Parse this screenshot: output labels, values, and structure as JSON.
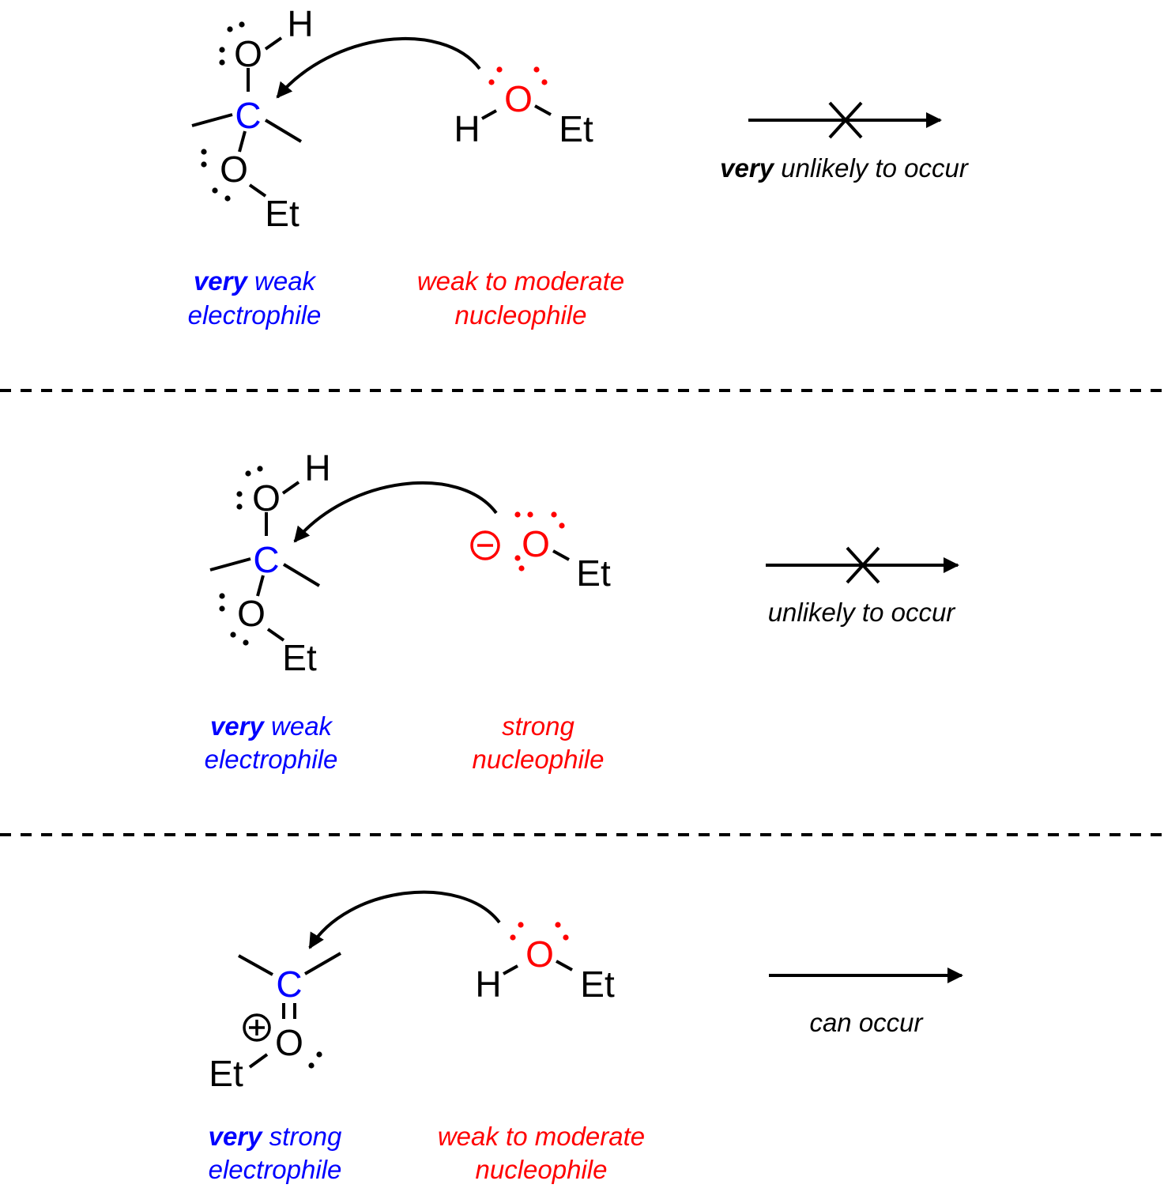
{
  "colors": {
    "electrophile": "#0000ff",
    "nucleophile": "#ff0000",
    "ink": "#000000"
  },
  "atoms": {
    "carbon": "C",
    "oxygen": "O",
    "hydrogen": "H",
    "ethyl": "Et"
  },
  "rows": [
    {
      "electrophile_label": {
        "bold": "very",
        "rest": " weak",
        "line2": "electrophile"
      },
      "nucleophile_label": {
        "line1": "weak to moderate",
        "line2": "nucleophile"
      },
      "outcome": {
        "bold": "very",
        "rest": " unlikely to occur"
      },
      "arrow_crossed": true
    },
    {
      "electrophile_label": {
        "bold": "very",
        "rest": " weak",
        "line2": "electrophile"
      },
      "nucleophile_label": {
        "line1": "strong",
        "line2": "nucleophile"
      },
      "outcome": {
        "bold": "",
        "rest": "unlikely to occur"
      },
      "arrow_crossed": true
    },
    {
      "electrophile_label": {
        "bold": "very",
        "rest": " strong",
        "line2": "electrophile"
      },
      "nucleophile_label": {
        "line1": "weak to moderate",
        "line2": "nucleophile"
      },
      "outcome": {
        "bold": "",
        "rest": "can occur"
      },
      "arrow_crossed": false
    }
  ]
}
